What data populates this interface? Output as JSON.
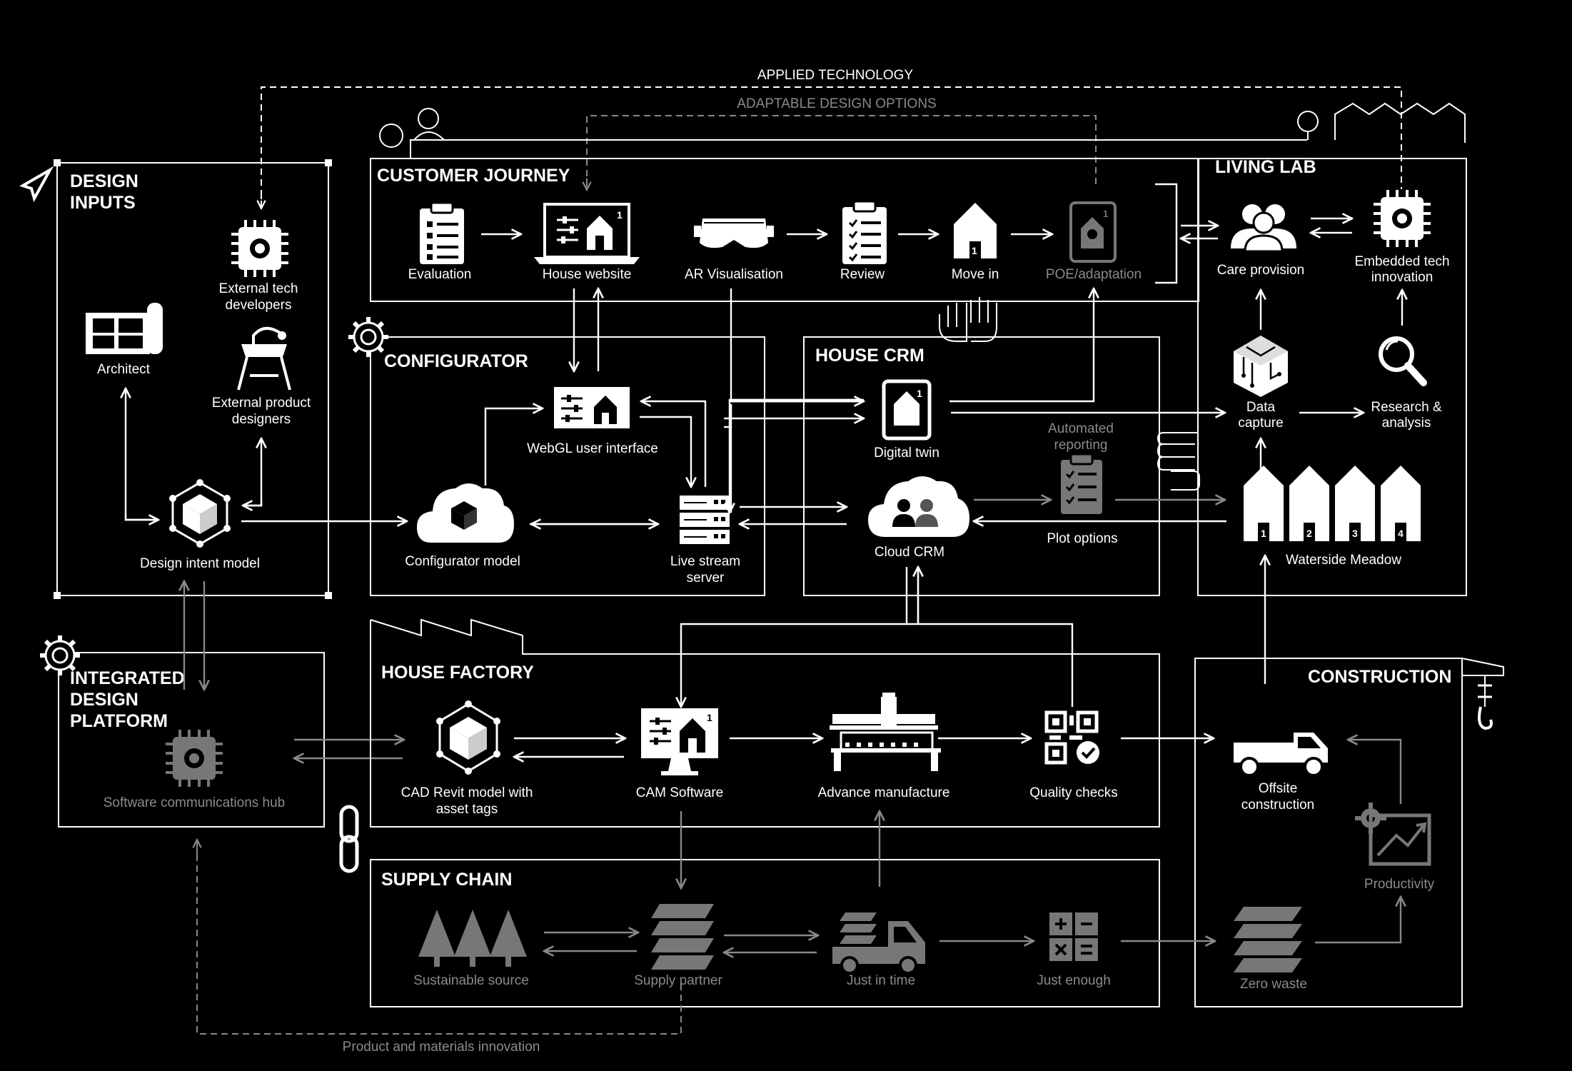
{
  "top": {
    "applied_technology": "APPLIED TECHNOLOGY",
    "adaptable_design_options": "ADAPTABLE DESIGN OPTIONS",
    "product_materials_innovation": "Product and materials innovation"
  },
  "design_inputs": {
    "title_line1": "DESIGN",
    "title_line2": "INPUTS",
    "architect": "Architect",
    "ext_tech_line1": "External tech",
    "ext_tech_line2": "developers",
    "ext_product_line1": "External product",
    "ext_product_line2": "designers",
    "design_intent_model": "Design intent model"
  },
  "customer_journey": {
    "title": "CUSTOMER JOURNEY",
    "evaluation": "Evaluation",
    "house_website": "House website",
    "ar_visualisation": "AR Visualisation",
    "review": "Review",
    "move_in": "Move in",
    "poe_adaptation": "POE/adaptation"
  },
  "configurator": {
    "title": "CONFIGURATOR",
    "webgl": "WebGL user interface",
    "configurator_model": "Configurator model",
    "live_stream_line1": "Live stream",
    "live_stream_line2": "server"
  },
  "house_crm": {
    "title": "HOUSE CRM",
    "digital_twin": "Digital twin",
    "cloud_crm": "Cloud CRM",
    "automated_line1": "Automated",
    "automated_line2": "reporting",
    "plot_options": "Plot options"
  },
  "living_lab": {
    "title": "LIVING LAB",
    "care_provision": "Care provision",
    "embedded_line1": "Embedded tech",
    "embedded_line2": "innovation",
    "data_capture_line1": "Data",
    "data_capture_line2": "capture",
    "research_line1": "Research &",
    "research_line2": "analysis",
    "waterside_meadow": "Waterside Meadow",
    "house_numbers": [
      "1",
      "2",
      "3",
      "4"
    ]
  },
  "integrated_design_platform": {
    "title_line1": "INTEGRATED",
    "title_line2": "DESIGN",
    "title_line3": "PLATFORM",
    "software_hub": "Software communications hub"
  },
  "house_factory": {
    "title": "HOUSE FACTORY",
    "cad_line1": "CAD Revit model with",
    "cad_line2": "asset tags",
    "cam_software": "CAM Software",
    "advance_manufacture": "Advance manufacture",
    "quality_checks": "Quality checks"
  },
  "construction": {
    "title": "CONSTRUCTION",
    "offsite_line1": "Offsite",
    "offsite_line2": "construction",
    "productivity": "Productivity",
    "zero_waste": "Zero waste"
  },
  "supply_chain": {
    "title": "SUPPLY CHAIN",
    "sustainable_source": "Sustainable source",
    "supply_partner": "Supply partner",
    "just_in_time": "Just in time",
    "just_enough": "Just enough"
  },
  "badges": {
    "one": "1"
  }
}
